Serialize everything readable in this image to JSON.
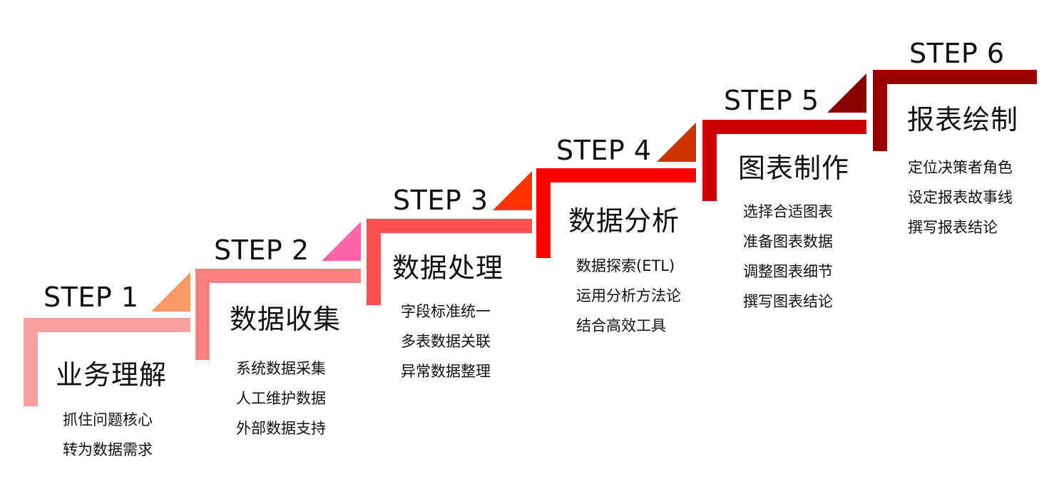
{
  "steps": [
    {
      "label": "STEP 1",
      "title": "业务理解",
      "items": [
        "抓住问题核心",
        "转为数据需求"
      ],
      "bar_color": "#f9a0a0",
      "tri_color": "#f99a68"
    },
    {
      "label": "STEP 2",
      "title": "数据收集",
      "items": [
        "系统数据采集",
        "人工维护数据",
        "外部数据支持"
      ],
      "bar_color": "#ff8080",
      "tri_color": "#ff66aa"
    },
    {
      "label": "STEP 3",
      "title": "数据处理",
      "items": [
        "字段标准统一",
        "多表数据关联",
        "异常数据整理"
      ],
      "bar_color": "#ff5050",
      "tri_color": "#ff3300"
    },
    {
      "label": "STEP 4",
      "title": "数据分析",
      "items": [
        "数据探索(ETL)",
        "运用分析方法论",
        "结合高效工具"
      ],
      "bar_color": "#ff0000",
      "tri_color": "#cc3300"
    },
    {
      "label": "STEP 5",
      "title": "图表制作",
      "items": [
        "选择合适图表",
        "准备图表数据",
        "调整图表细节",
        "撰写图表结论"
      ],
      "bar_color": "#cc0000",
      "tri_color": "#880000"
    },
    {
      "label": "STEP 6",
      "title": "报表绘制",
      "items": [
        "定位决策者角色",
        "设定报表故事线",
        "撰写报表结论"
      ],
      "bar_color": "#990000",
      "tri_color": ""
    }
  ]
}
